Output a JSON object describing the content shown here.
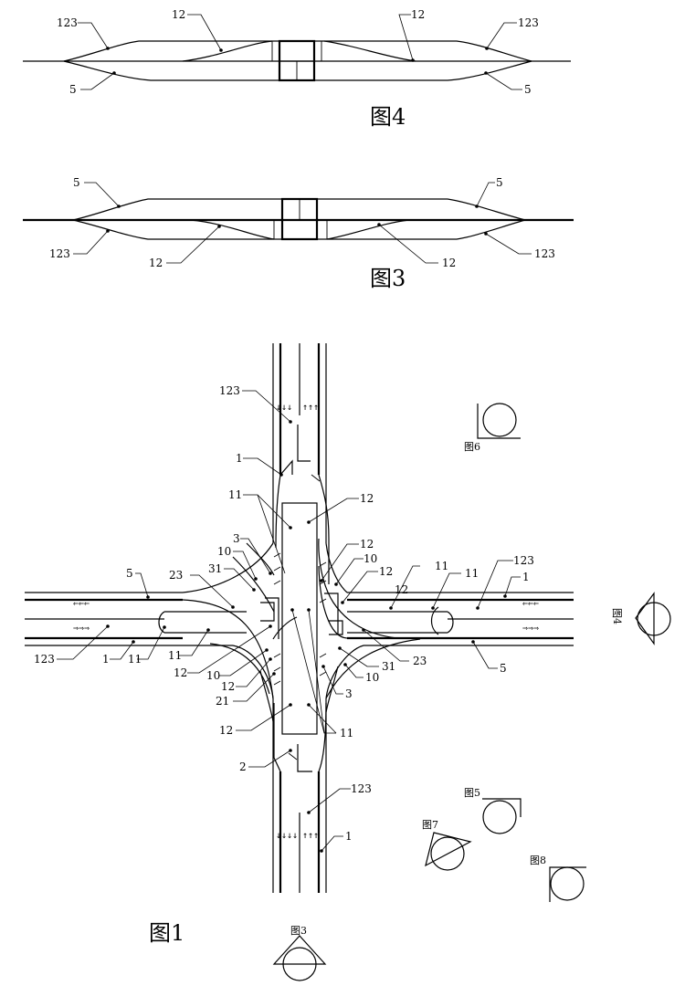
{
  "figures": {
    "fig4": {
      "title": "图4",
      "labels": [
        "123",
        "12",
        "12",
        "123",
        "5",
        "5"
      ]
    },
    "fig3": {
      "title": "图3",
      "labels": [
        "5",
        "5",
        "123",
        "12",
        "12",
        "123"
      ]
    },
    "fig1": {
      "title": "图1",
      "labels": [
        "123",
        "1",
        "11",
        "3",
        "10",
        "31",
        "5",
        "23",
        "12",
        "12",
        "12",
        "10",
        "12",
        "11",
        "11",
        "123",
        "1",
        "123",
        "1",
        "11",
        "11",
        "12",
        "10",
        "12",
        "21",
        "12",
        "2",
        "23",
        "10",
        "31",
        "3",
        "11",
        "5",
        "123",
        "1"
      ],
      "view_markers": [
        "图6",
        "图4",
        "图5",
        "图7",
        "图8",
        "图3"
      ],
      "lane_arrows": [
        "↓↓↓",
        "↑↑↑",
        "↓↓↓↓",
        "↑↑↑",
        "⇐⇐⇐",
        "⇒⇒⇒",
        "⇐⇐⇐",
        "⇒⇒⇒"
      ]
    }
  }
}
